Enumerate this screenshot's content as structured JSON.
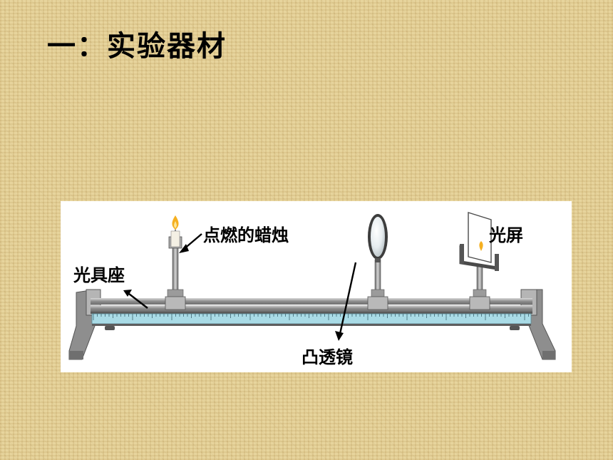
{
  "title": "一：实验器材",
  "labels": {
    "candle": "点燃的蜡烛",
    "screen": "光屏",
    "optical_bench": "光具座",
    "convex_lens": "凸透镜"
  },
  "colors": {
    "background": "#e3cf94",
    "panel": "#ffffff",
    "ruler_scale": "#a9dbe6",
    "rail_metal": "#9a9a9a",
    "flame": "#f5b021"
  }
}
